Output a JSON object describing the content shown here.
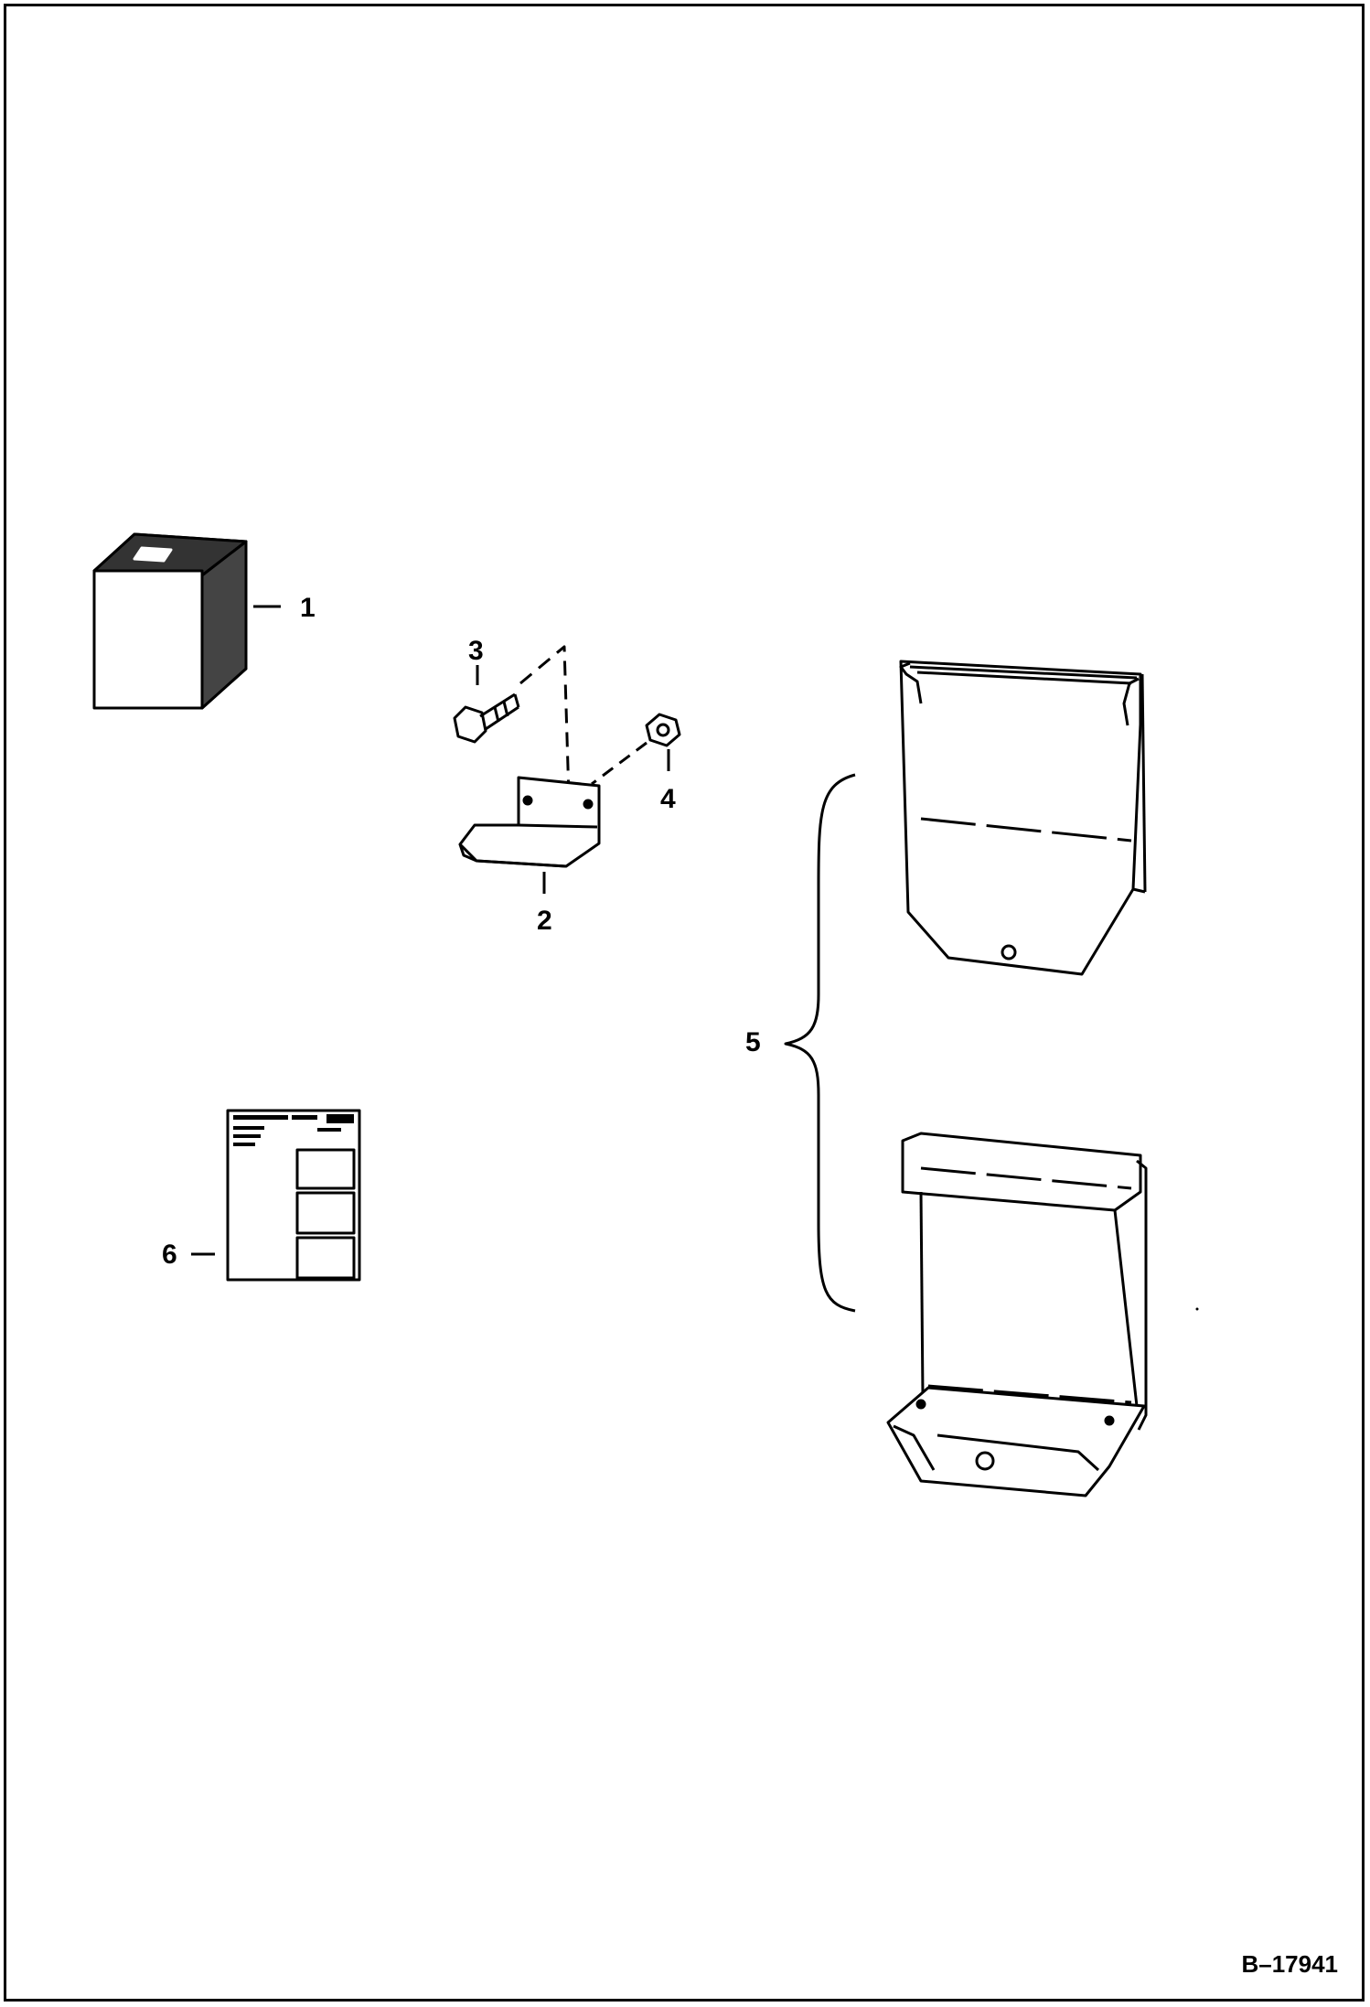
{
  "callouts": {
    "item_1": "1",
    "item_2": "2",
    "item_3": "3",
    "item_4": "4",
    "item_5": "5",
    "item_6": "6"
  },
  "figure_id": "B–17941",
  "colors": {
    "ink": "#000000",
    "paper": "#ffffff",
    "shade": "#555555"
  }
}
